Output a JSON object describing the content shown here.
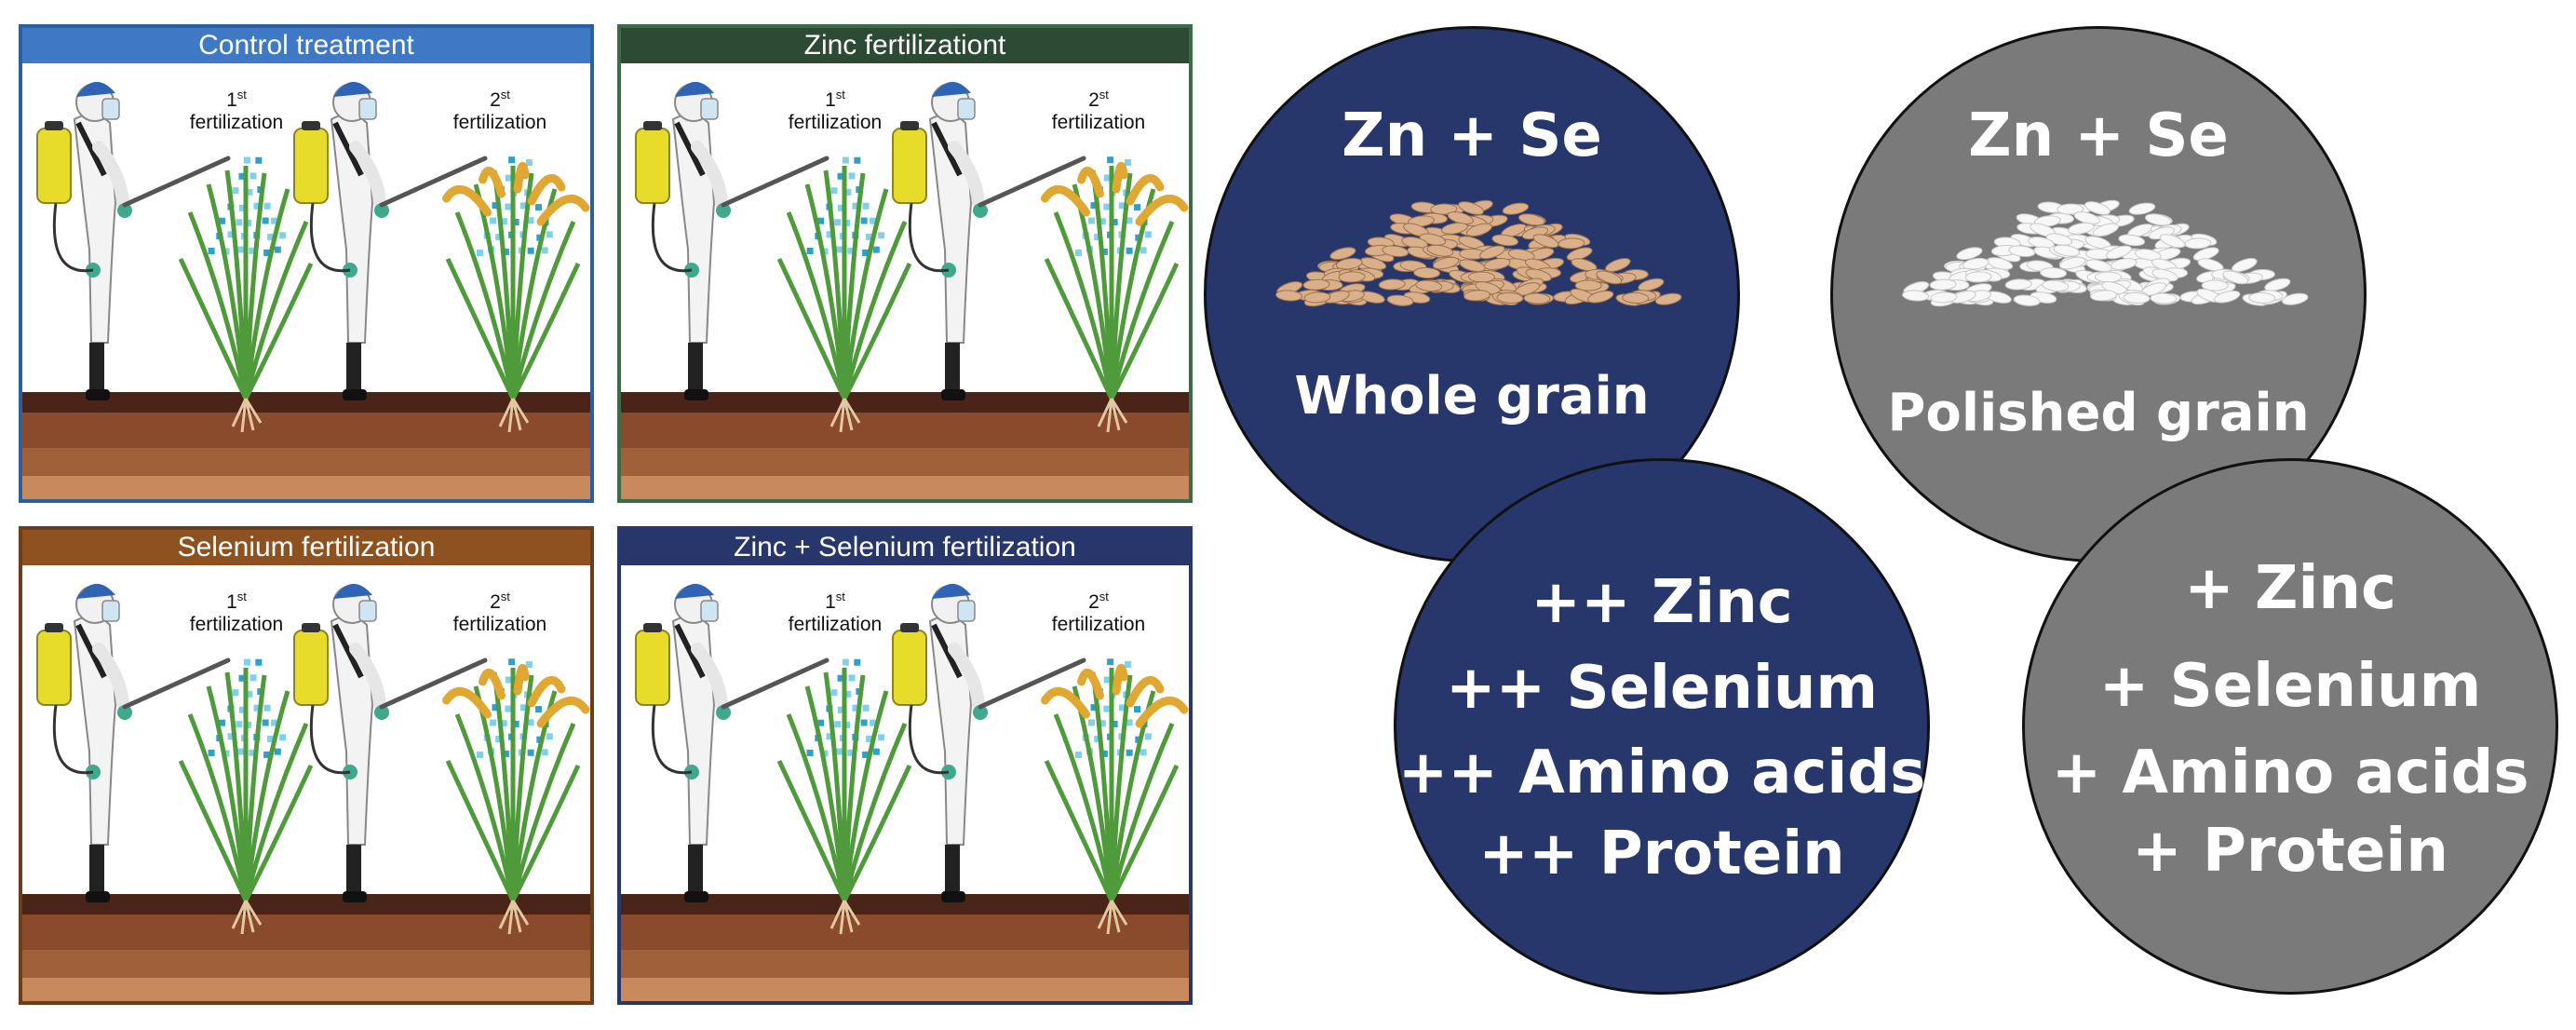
{
  "panels": [
    {
      "title": "Control treatment",
      "header_color": "#3f78c4",
      "border_color": "#2c5f9e"
    },
    {
      "title": "Zinc fertilizationt",
      "header_color": "#2d4a34",
      "border_color": "#3d6b46"
    },
    {
      "title": "Selenium fertilization",
      "header_color": "#8e5220",
      "border_color": "#6b3d1a"
    },
    {
      "title": "Zinc + Selenium fertilization",
      "header_color": "#27366b",
      "border_color": "#27366b"
    }
  ],
  "labels": {
    "first_ord": "1",
    "first_sup": "st",
    "second_ord": "2",
    "second_sup": "st",
    "fertilization": "fertilization"
  },
  "grains": {
    "whole": {
      "top": "Zn + Se",
      "label": "Whole grain",
      "color": "#27366b"
    },
    "polished": {
      "top": "Zn + Se",
      "label": "Polished grain",
      "color": "#7a7a7a"
    }
  },
  "nutrients": {
    "whole": [
      "++ Zinc",
      "++ Selenium",
      "++ Amino acids",
      "++ Protein"
    ],
    "polished": [
      "+ Zinc",
      "+ Selenium",
      "+ Amino acids",
      "+ Protein"
    ]
  },
  "icons": [
    "worker-sprayer-icon",
    "rice-plant-icon",
    "spray-droplets-icon",
    "soil-icon",
    "rice-grain-pile-icon"
  ]
}
